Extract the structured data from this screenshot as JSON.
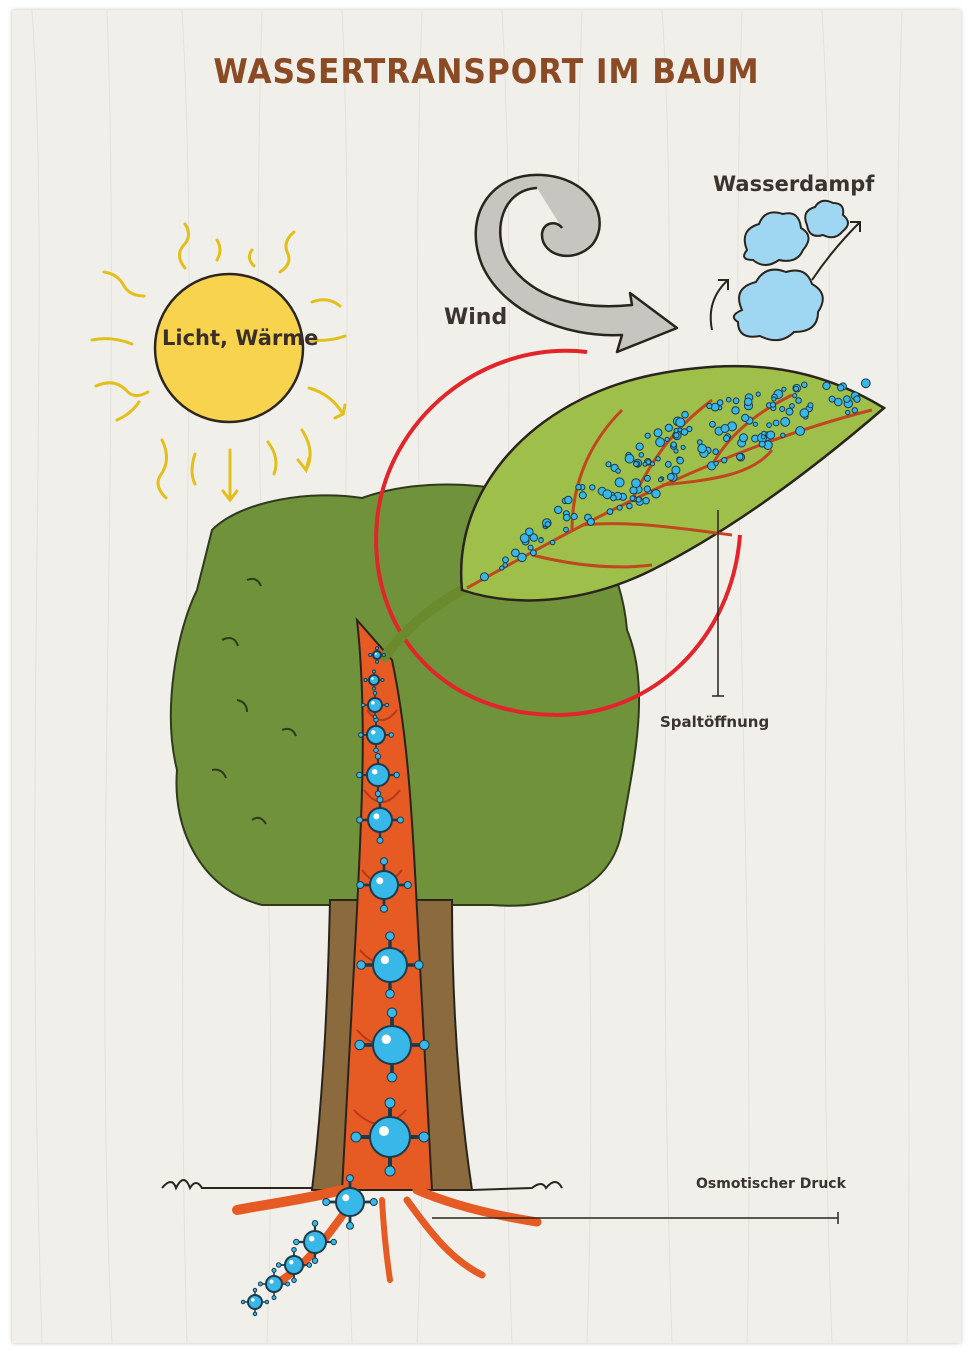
{
  "title": "WASSERTRANSPORT IM BAUM",
  "labels": {
    "sun": "Licht, Wärme",
    "wind": "Wind",
    "vapor": "Wasserdampf",
    "stoma": "Spaltöffnung",
    "osmotic": "Osmotischer Druck"
  },
  "icons": [
    "sun-icon",
    "wind-swirl-icon",
    "vapor-cloud-icon",
    "leaf-icon",
    "tree-crown",
    "tree-trunk",
    "water-molecule-icon",
    "root-icon"
  ],
  "colors": {
    "title": "#8a4a24",
    "sun_fill": "#f7d34e",
    "sun_rays": "#e6c21a",
    "crown": "#6f923a",
    "leaf": "#9ec04a",
    "trunk": "#8b6a3e",
    "xylem": "#e65a24",
    "water": "#37b8e8",
    "magnifier_ring": "#e2252b",
    "vapor": "#9fd6f2"
  }
}
